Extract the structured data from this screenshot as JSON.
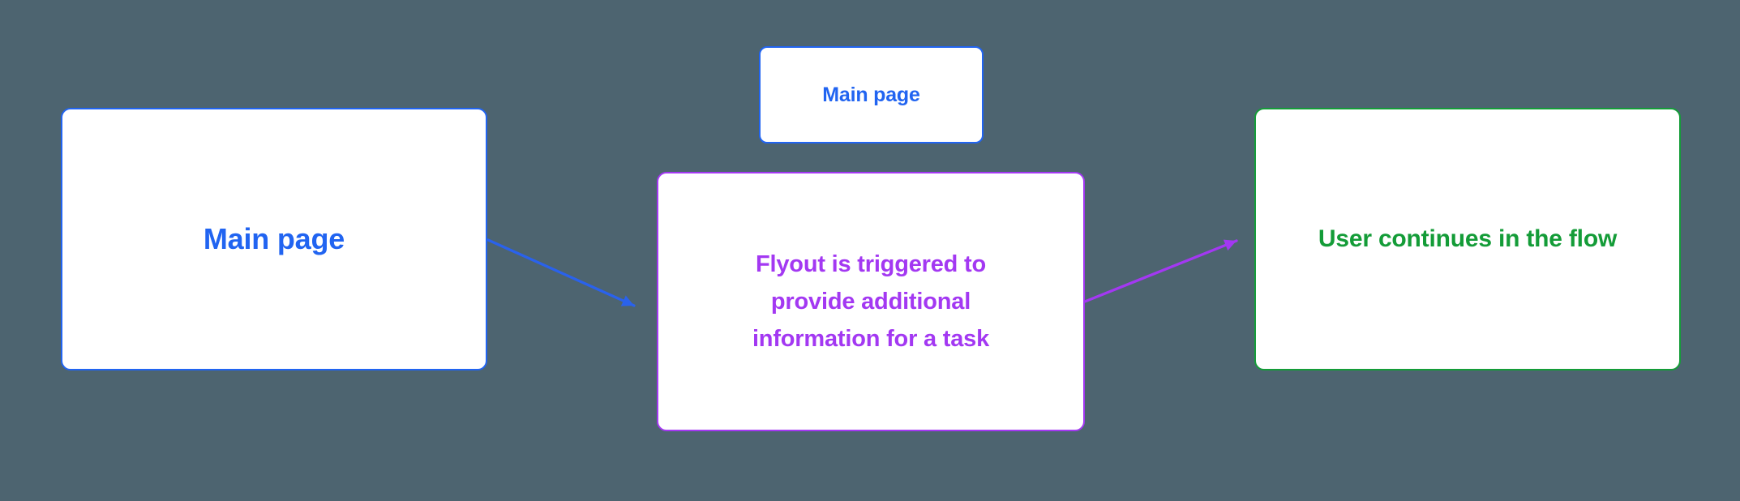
{
  "diagram": {
    "background_color": "#4D6470",
    "nodes": {
      "main_page": {
        "label": "Main page",
        "color": "#2164F1"
      },
      "main_page_flyout_source": {
        "label": "Main page",
        "color": "#2164F1"
      },
      "flyout_info": {
        "lines": [
          "Flyout is triggered to",
          "provide additional",
          "information for a task"
        ],
        "full_text": "Flyout is triggered to provide additional information for a task",
        "color": "#A338F2"
      },
      "user_continues": {
        "label": "User continues in the flow",
        "color": "#149C38"
      }
    },
    "connectors": {
      "main_to_flyout": {
        "color": "#2A62EC",
        "direction": "down-right"
      },
      "flyout_to_continue": {
        "color": "#A338F2",
        "direction": "up-right"
      }
    }
  }
}
